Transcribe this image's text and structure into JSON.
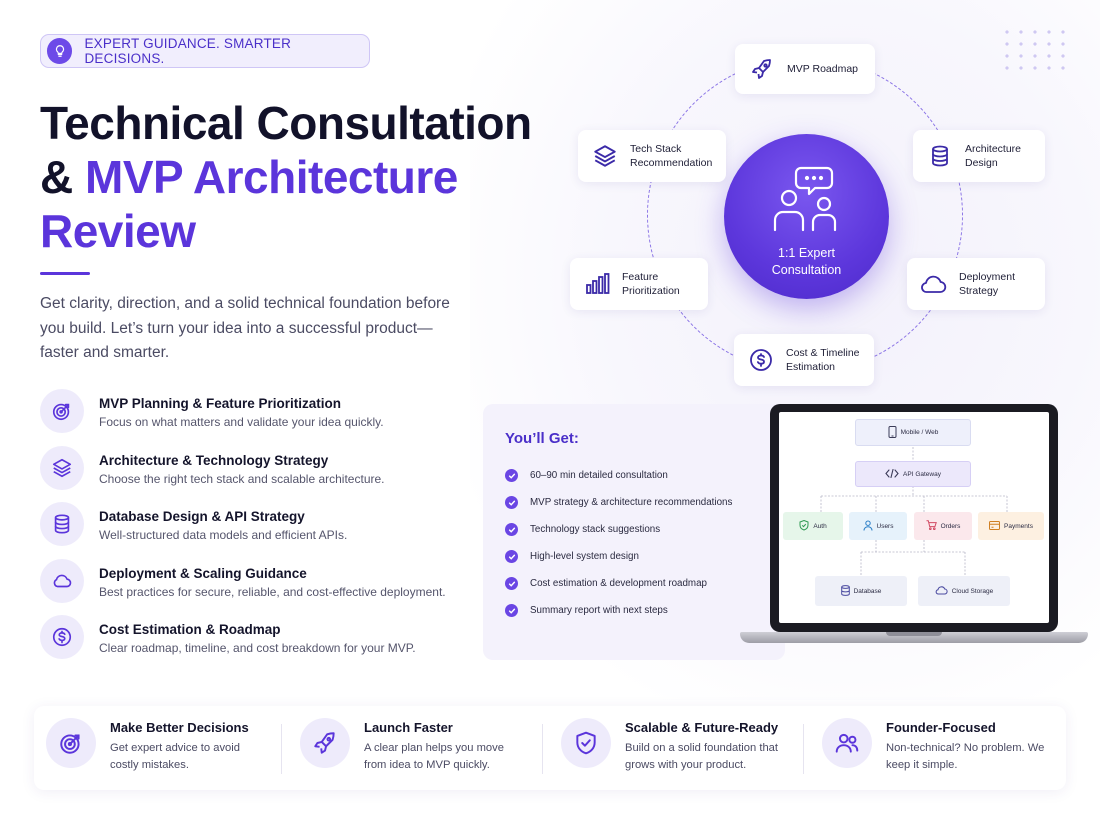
{
  "badge": {
    "text": "EXPERT GUIDANCE. SMARTER DECISIONS.",
    "icon": "lightbulb-icon"
  },
  "title": {
    "line1": "Technical Consultation",
    "amp": "& ",
    "accent1": "MVP Architecture",
    "accent2": "Review"
  },
  "intro": "Get clarity, direction, and a solid technical foundation before you build. Let’s turn your idea into a successful product—faster and smarter.",
  "features": [
    {
      "title": "MVP Planning & Feature Prioritization",
      "desc": "Focus on what matters and validate your idea quickly.",
      "icon": "target-icon"
    },
    {
      "title": "Architecture & Technology Strategy",
      "desc": "Choose the right tech stack and scalable architecture.",
      "icon": "layers-icon"
    },
    {
      "title": "Database Design & API Strategy",
      "desc": "Well-structured data models and efficient APIs.",
      "icon": "database-icon"
    },
    {
      "title": "Deployment & Scaling Guidance",
      "desc": "Best practices for secure, reliable, and cost-effective deployment.",
      "icon": "cloud-icon"
    },
    {
      "title": "Cost Estimation & Roadmap",
      "desc": "Clear roadmap, timeline, and cost breakdown for your MVP.",
      "icon": "dollar-icon"
    }
  ],
  "diagram": {
    "hub": "1:1 Expert Consultation",
    "nodes": {
      "roadmap": "MVP Roadmap",
      "architecture": "Architecture Design",
      "deployment": "Deployment Strategy",
      "cost": "Cost & Timeline Estimation",
      "feature": "Feature Prioritization",
      "techstack": "Tech Stack Recommendation"
    }
  },
  "get": {
    "title": "You’ll Get:",
    "items": [
      "60–90 min detailed consultation",
      "MVP strategy & architecture recommendations",
      "Technology stack suggestions",
      "High-level system design",
      "Cost estimation & development roadmap",
      "Summary report with next steps"
    ]
  },
  "laptop": {
    "client": "Mobile / Web",
    "gateway": "API Gateway",
    "services": [
      "Auth",
      "Users",
      "Orders",
      "Payments"
    ],
    "database": "Database",
    "storage": "Cloud Storage"
  },
  "benefits": [
    {
      "title": "Make Better Decisions",
      "desc": "Get expert advice to avoid costly mistakes.",
      "icon": "target-icon"
    },
    {
      "title": "Launch Faster",
      "desc": "A clear plan helps you move from idea to MVP quickly.",
      "icon": "rocket-icon"
    },
    {
      "title": "Scalable & Future-Ready",
      "desc": "Build on a solid foundation that grows with your product.",
      "icon": "shield-check-icon"
    },
    {
      "title": "Founder-Focused",
      "desc": "Non-technical? No problem. We keep it simple.",
      "icon": "users-icon"
    }
  ],
  "colors": {
    "accent": "#5b35db",
    "text": "#14142b",
    "muted": "#4b4b63"
  }
}
